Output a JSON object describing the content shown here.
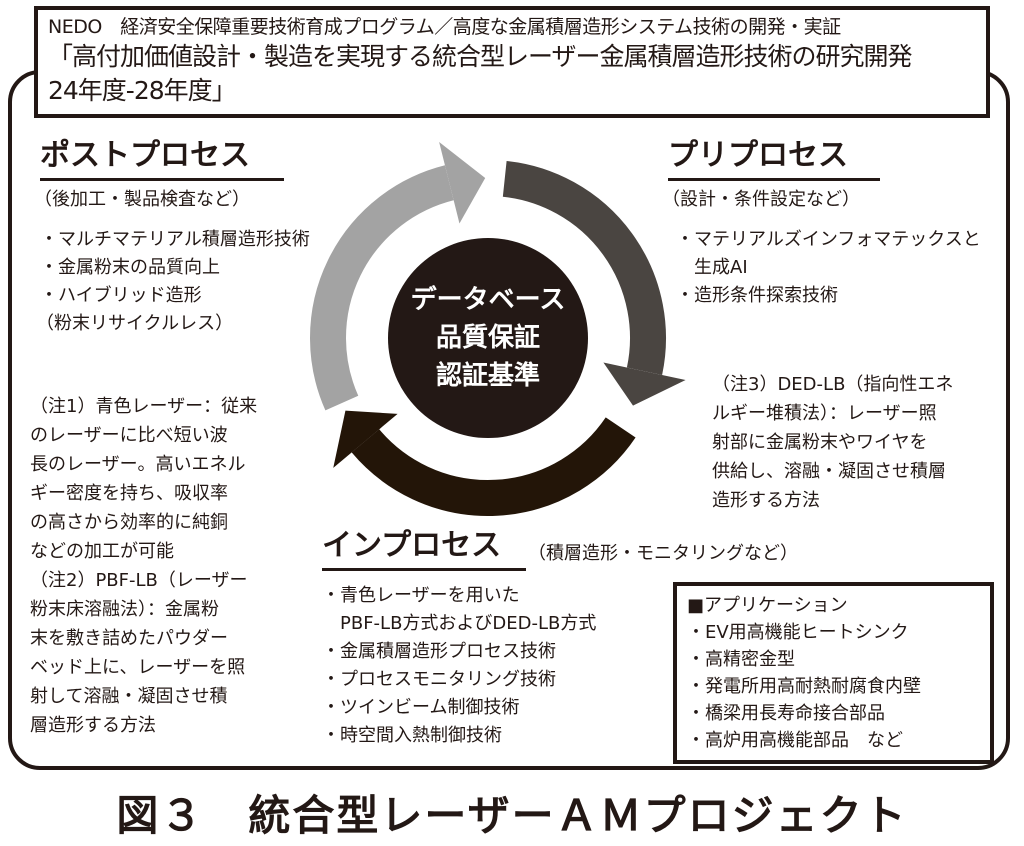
{
  "title": {
    "line1": "NEDO　経済安全保障重要技術育成プログラム／高度な金属積層造形システム技術の開発・実証",
    "line2": "「高付加価値設計・製造を実現する統合型レーザー金属積層造形技術の研究開発",
    "line3": "24年度-28年度」"
  },
  "center": {
    "lines": [
      "データベース",
      "品質保証",
      "認証基準"
    ]
  },
  "post_process": {
    "heading": "ポストプロセス",
    "subtitle": "（後加工・製品検査など）",
    "items": [
      "・マルチマテリアル積層造形技術",
      "・金属粉末の品質向上",
      "・ハイブリッド造形",
      "（粉末リサイクルレス）"
    ]
  },
  "pre_process": {
    "heading": "プリプロセス",
    "subtitle": "（設計・条件設定など）",
    "items": [
      "・マテリアルズインフォマテックスと",
      "生成AI",
      "・造形条件探索技術"
    ]
  },
  "in_process": {
    "heading": "インプロセス",
    "subtitle": "（積層造形・モニタリングなど）",
    "items": [
      "・青色レーザーを用いた",
      "PBF-LB方式およびDED-LB方式",
      "・金属積層造形プロセス技術",
      "・プロセスモニタリング技術",
      "・ツインビーム制御技術",
      "・時空間入熱制御技術"
    ]
  },
  "notes": {
    "note1": [
      "（注1）青色レーザー：従来",
      "のレーザーに比べ短い波",
      "長のレーザー。高いエネル",
      "ギー密度を持ち、吸収率",
      "の高さから効率的に純銅",
      "などの加工が可能"
    ],
    "note2": [
      "（注2）PBF-LB（レーザー",
      "粉末床溶融法）：金属粉",
      "末を敷き詰めたパウダー",
      "ベッド上に、レーザーを照",
      "射して溶融・凝固させ積",
      "層造形する方法"
    ],
    "note3": [
      "（注3）DED-LB（指向性エネ",
      "ルギー堆積法）：レーザー照",
      "射部に金属粉末やワイヤを",
      "供給し、溶融・凝固させ積層",
      "造形する方法"
    ]
  },
  "applications": {
    "heading": "■アプリケーション",
    "items": [
      "・EV用高機能ヒートシンク",
      "・高精密金型",
      "・発電所用高耐熱耐腐食内壁",
      "・橋梁用長寿命接合部品",
      "・高炉用高機能部品　など"
    ]
  },
  "caption": "図３　統合型レーザーＡＭプロジェクト",
  "colors": {
    "ink": "#231815",
    "arrow_light": "#a3a3a3",
    "arrow_mid": "#4a4541",
    "arrow_dark": "#231508"
  }
}
